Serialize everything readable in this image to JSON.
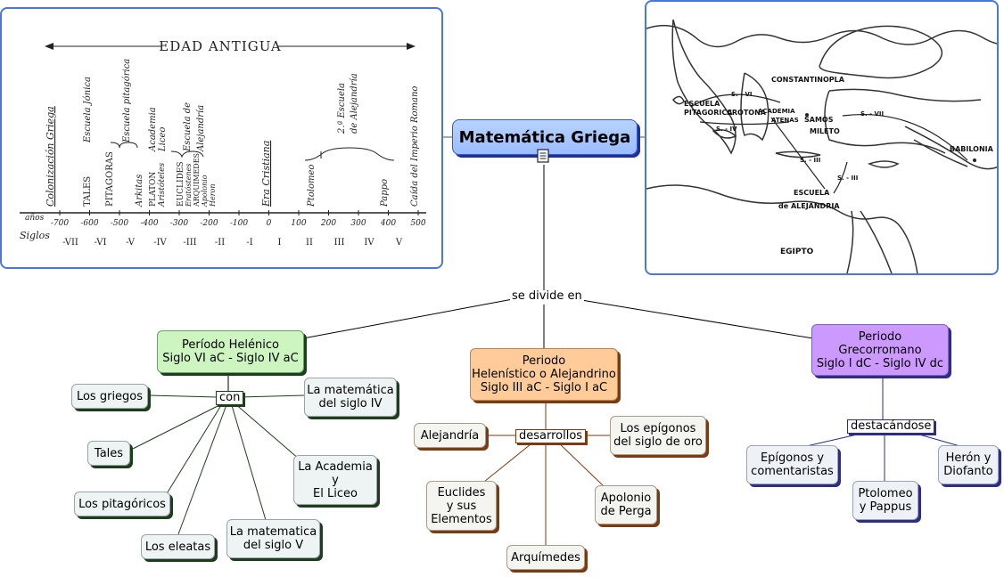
{
  "map": {
    "root": "Matemática Griega",
    "link_label": "se divide en",
    "periods": [
      {
        "lines": [
          "Período Helénico",
          "Siglo VI aC - Siglo IV aC"
        ],
        "connector": "con",
        "color": "#ccf5c0",
        "shadow": "#1d3d1d"
      },
      {
        "lines": [
          "Periodo",
          "Helenístico o Alejandrino",
          "Siglo III aC - Siglo I aC"
        ],
        "connector": "desarrollos",
        "color": "#ffcc99",
        "shadow": "#7a3a12"
      },
      {
        "lines": [
          "Periodo",
          "Grecorromano",
          "Siglo I dC - Siglo IV dc"
        ],
        "connector": "destacándose",
        "color": "#cc99ff",
        "shadow": "#2d2d86"
      }
    ],
    "helenico_topics": [
      [
        "Los griegos"
      ],
      [
        "La matemática",
        "del siglo IV"
      ],
      [
        "Tales"
      ],
      [
        "La Academia",
        "y",
        "El Liceo"
      ],
      [
        "Los pitagóricos"
      ],
      [
        "Los eleatas"
      ],
      [
        "La matematica",
        "del siglo V"
      ]
    ],
    "alejandrino_topics": [
      [
        "Alejandría"
      ],
      [
        "Los epígonos",
        "del siglo de oro"
      ],
      [
        "Euclides",
        "y sus",
        "Elementos"
      ],
      [
        "Apolonio",
        "de Perga"
      ],
      [
        "Arquímedes"
      ]
    ],
    "grecorromano_topics": [
      [
        "Epígonos y",
        "comentaristas"
      ],
      [
        "Herón y",
        "Diofanto"
      ],
      [
        "Ptolomeo",
        "y Pappus"
      ]
    ]
  },
  "timeline": {
    "era": "EDAD ANTIGUA",
    "years_label": "años",
    "centuries_label": "Siglos",
    "years": [
      "-700",
      "-600",
      "-500",
      "-400",
      "-300",
      "-200",
      "-100",
      "0",
      "100",
      "200",
      "300",
      "400",
      "500"
    ],
    "centuries": [
      "-VII",
      "-VI",
      "-V",
      "-IV",
      "-III",
      "-II",
      "-I",
      "I",
      "II",
      "III",
      "IV",
      "V"
    ],
    "events": {
      "colonizacion": "Colonización Griega",
      "escuela_jonica": "Escuela Jónica",
      "tales": "TALES",
      "escuela_pitagorica": "Escuela pitagórica",
      "pitagoras": "PITAGORAS",
      "arkitas": "Arkitas",
      "academia": "Academia",
      "liceo": "Liceo",
      "platon": "PLATON",
      "aristoteles": "Aristóteles",
      "escuela_de": "Escuela de",
      "alejandria": "Alejandría",
      "euclides": "EUCLIDES",
      "eratostenes": "Eratóstenes",
      "arquimedes": "ARQUIMEDES",
      "apolonio": "Apolonio",
      "heron": "Heron",
      "era_cristiana": "Era Cristiana",
      "ptolomeo": "Ptolomeo",
      "segunda_escuela_a": "2.ª Escuela",
      "segunda_escuela_b": "de Alejandría",
      "pappo": "Pappo",
      "caida": "Caída del Imperio Romano"
    }
  },
  "geo": {
    "constantinopla": "CONSTANTINOPLA",
    "escuela_pitagorica_a": "ESCUELA",
    "escuela_pitagorica_b": "PITAGORICA",
    "crotona": "CROTONA",
    "academia": "ACADEMIA",
    "atenas": "ATENAS",
    "samos": "SAMOS",
    "mileto": "MILETO",
    "s6": "S. - VI",
    "s4": "S. - IV",
    "s3": "S. - III",
    "s7": "S. - VII",
    "s3b": "S. - III",
    "babilonia": "BABILONIA",
    "escuela_alej_a": "ESCUELA",
    "escuela_alej_b": "de ALEJANDRIA",
    "egipto": "EGIPTO"
  }
}
